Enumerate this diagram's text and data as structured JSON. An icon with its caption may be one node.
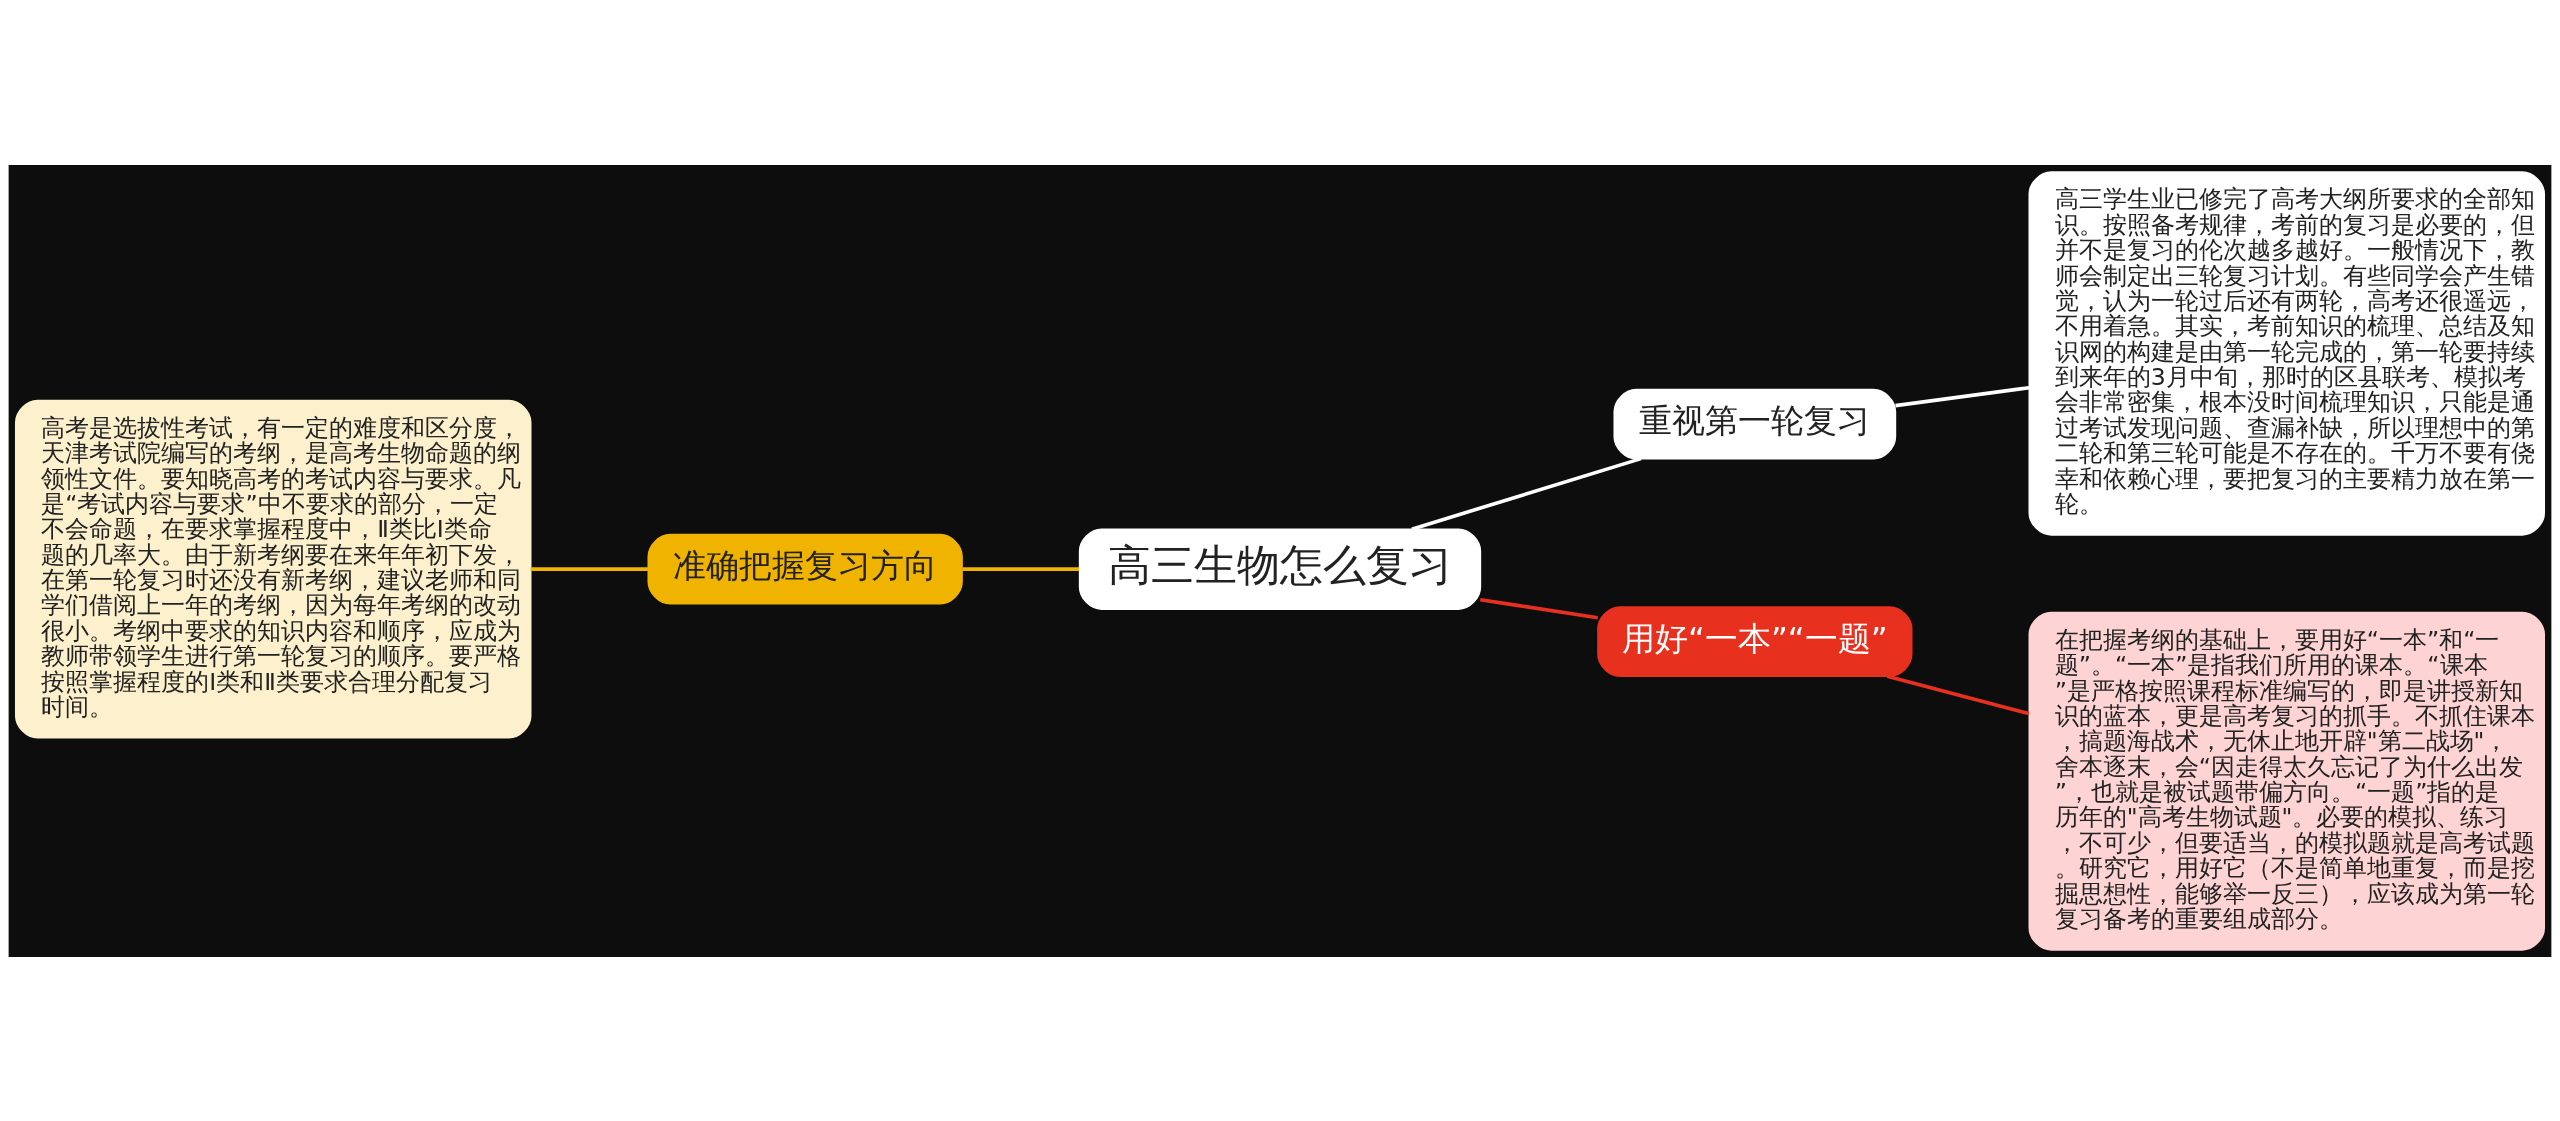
{
  "diagram": {
    "nodes": [
      {
        "text": [
          "高考是选拔性考试，有一定的难度和区分度，天津考试院编写的考纲，是高考生物命题的纲领性文件。要知晓高考的考试内容与要求。凡是“考试内容与要求”中不要求的部分，一定不会命题，在要求掌握程度中，Ⅱ类比Ⅰ类命题的几率大。由于新考纲要在来年年初下发，在第一轮复习时还没有新考纲，建议老师和同学们借阅上一年的考纲，因为每年考纲的改动很小。考纲中要求的知识内容和顺序，应成为教师带领学生进行第一轮复习的顺序。要严格按照掌握程度的Ⅰ类和Ⅱ类要求合理分配复习时间。"
        ]
      },
      {
        "text": [
          "准确把握复习方向"
        ]
      },
      {
        "text": [
          "高三生物怎么复习"
        ]
      },
      {
        "text": [
          "重视第一轮复习"
        ]
      },
      {
        "text": [
          "高三学生业已修完了高考大纲所要求的全部知识。按照备考规律，考前的复习是必要的，但并不是复习的伦次越多越好。一般情况下，教师会制定出三轮复习计划。有些同学会产生错觉，认为一轮过后还有两轮，高考还很遥远，不用着急。其实，考前知识的梳理、总结及知识网的构建是由第一轮完成的，第一轮要持续到来年的3月中旬，那时的区县联考、模拟考会非常密集，根本没时间梳理知识，只能是通过考试发现问题、查漏补缺，所以理想中的第二轮和第三轮可能是不存在的。千万不要有侥幸和依赖心理，要把复习的主要精力放在第一轮。"
        ]
      },
      {
        "text": [
          "用好“一本”“一题”"
        ]
      },
      {
        "text": [
          "在把握考纲的基础上，要用好“一本”和“一题”。“一本”是指我们所用的课本。“课本”是严格按照课程标准编写的，即是讲授新知识的蓝本，更是高考复习的抓手。不抓住课本，搞题海战术，无休止地开辟\"第二战场\"，舍本逐末，会“因走得太久忘记了为什么出发”，也就是被试题带偏方向。“一题”指的是历年的\"高考生物试题\"。必要的模拟、练习，不可少，但要适当，的模拟题就是高考试题。研究它，用好它（不是简单地重复，而是挖掘思想性，能够举一反三），应该成为第一轮复习备考的重要组成部分。"
        ]
      }
    ],
    "edges": [
      {
        "from": 0,
        "to": 1,
        "arrow": "none",
        "color": "#f0b400"
      },
      {
        "from": 1,
        "to": 2,
        "arrow": "none",
        "color": "#f0b400"
      },
      {
        "from": 2,
        "to": 3,
        "arrow": "none",
        "color": "#ffffff"
      },
      {
        "from": 3,
        "to": 4,
        "arrow": "none",
        "color": "#ffffff"
      },
      {
        "from": 2,
        "to": 5,
        "arrow": "none",
        "color": "#e8301f"
      },
      {
        "from": 5,
        "to": 6,
        "arrow": "none",
        "color": "#e8301f"
      }
    ]
  }
}
